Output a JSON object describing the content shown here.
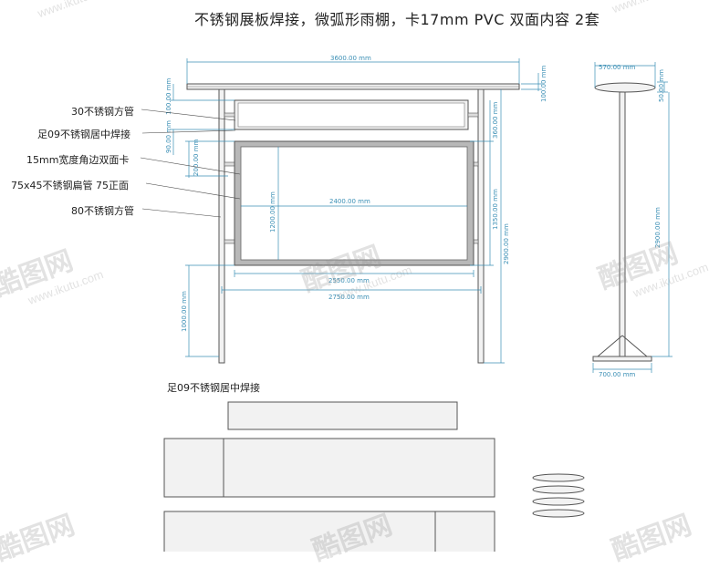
{
  "title": "不锈钢展板焊接，微弧形雨棚，卡17mm  PVC 双面内容    2套",
  "labels": {
    "tube30": "30不锈钢方管",
    "weld1": "足09不锈钢居中焊接",
    "frame15": "15mm宽度角边双面卡",
    "flat75": "75x45不锈钢扁管  75正面",
    "tube80": "80不锈钢方管",
    "weld2": "足09不锈钢居中焊接"
  },
  "dims": {
    "d3600": "3600.00 mm",
    "d100a": "100.00 mm",
    "d100b": "100.00 mm",
    "d90": "90.00 mm",
    "d360": "360.00 mm",
    "d200": "200.00 mm",
    "d2400": "2400.00 mm",
    "d1200": "1200.00 mm",
    "d1350": "1350.00 mm",
    "d2900a": "2900.00 mm",
    "d2550": "2550.00 mm",
    "d2750": "2750.00 mm",
    "d1000": "1000.00 mm",
    "d570": "570.00 mm",
    "d50": "50.00 mm",
    "d2900b": "2900.00 mm",
    "d700": "700.00 mm"
  },
  "watermark": {
    "brand": "酷图网",
    "url": "www.ikutu.com",
    "short": "www.ikutu.c"
  },
  "colors": {
    "dimension": "#3b8fb5",
    "outline": "#555555",
    "fill": "#f2f2f2",
    "frame": "#b8b8b8"
  }
}
